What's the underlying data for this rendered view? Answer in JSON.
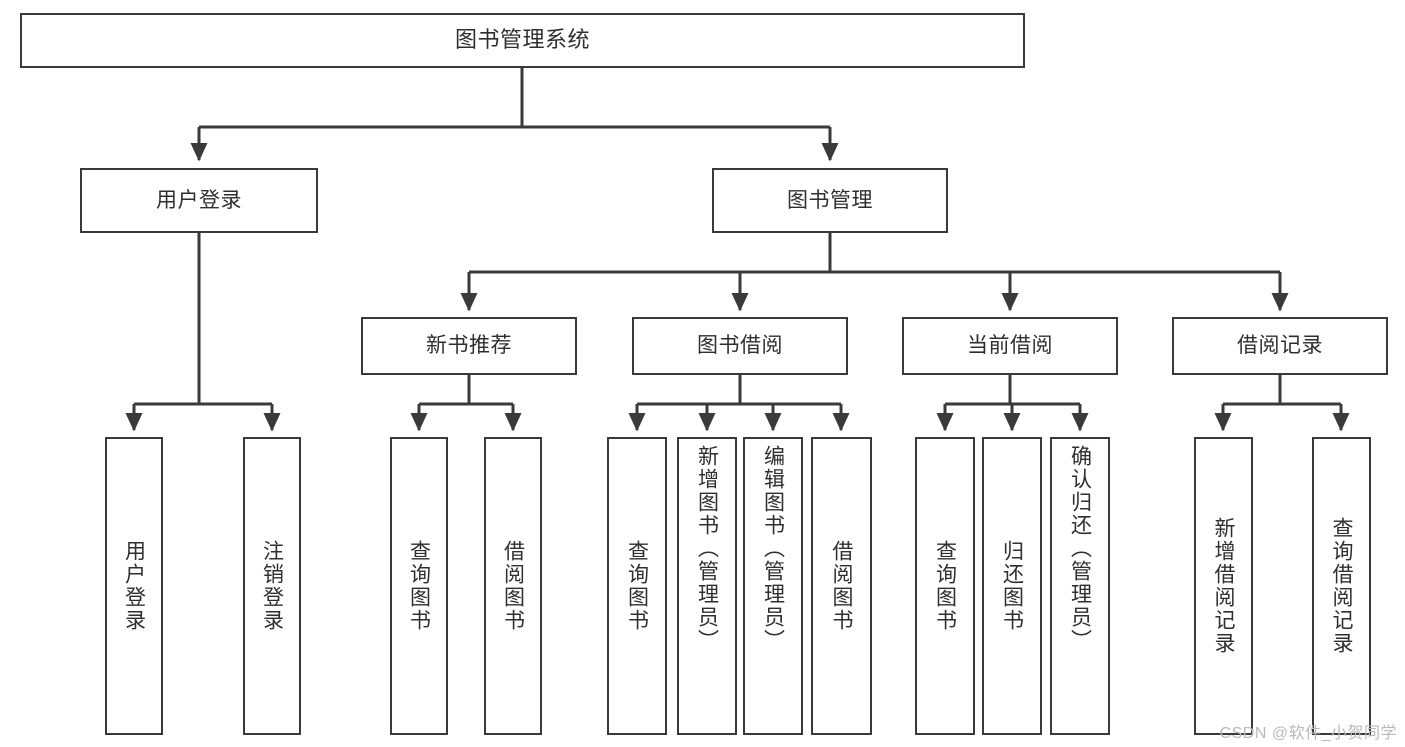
{
  "diagram": {
    "title": "图书管理系统",
    "type": "tree",
    "stroke_color": "#3a3a3a",
    "text_color": "#2f2f2f",
    "background": "#ffffff",
    "watermark": "CSDN @软件_小贺同学",
    "nodes": {
      "root": {
        "label": "图书管理系统"
      },
      "level2": [
        {
          "id": "user-login",
          "label": "用户登录"
        },
        {
          "id": "book-manage",
          "label": "图书管理"
        }
      ],
      "level3": [
        {
          "id": "new-book-recommend",
          "label": "新书推荐"
        },
        {
          "id": "book-borrow",
          "label": "图书借阅"
        },
        {
          "id": "current-borrow",
          "label": "当前借阅"
        },
        {
          "id": "borrow-record",
          "label": "借阅记录"
        }
      ],
      "leaves": {
        "user-login": [
          {
            "id": "leaf-user-login",
            "label": "用户登录"
          },
          {
            "id": "leaf-logout-login",
            "label": "注销登录"
          }
        ],
        "new-book-recommend": [
          {
            "id": "leaf-query-book-1",
            "label": "查询图书"
          },
          {
            "id": "leaf-borrow-book-1",
            "label": "借阅图书"
          }
        ],
        "book-borrow": [
          {
            "id": "leaf-query-book-2",
            "label": "查询图书"
          },
          {
            "id": "leaf-add-book",
            "label": "新增图书（管理员）"
          },
          {
            "id": "leaf-edit-book",
            "label": "编辑图书（管理员）"
          },
          {
            "id": "leaf-borrow-book-2",
            "label": "借阅图书"
          }
        ],
        "current-borrow": [
          {
            "id": "leaf-query-book-3",
            "label": "查询图书"
          },
          {
            "id": "leaf-return-book",
            "label": "归还图书"
          },
          {
            "id": "leaf-confirm-return",
            "label": "确认归还（管理员）"
          }
        ],
        "borrow-record": [
          {
            "id": "leaf-add-record",
            "label": "新增借阅记录"
          },
          {
            "id": "leaf-query-record",
            "label": "查询借阅记录"
          }
        ]
      }
    }
  }
}
